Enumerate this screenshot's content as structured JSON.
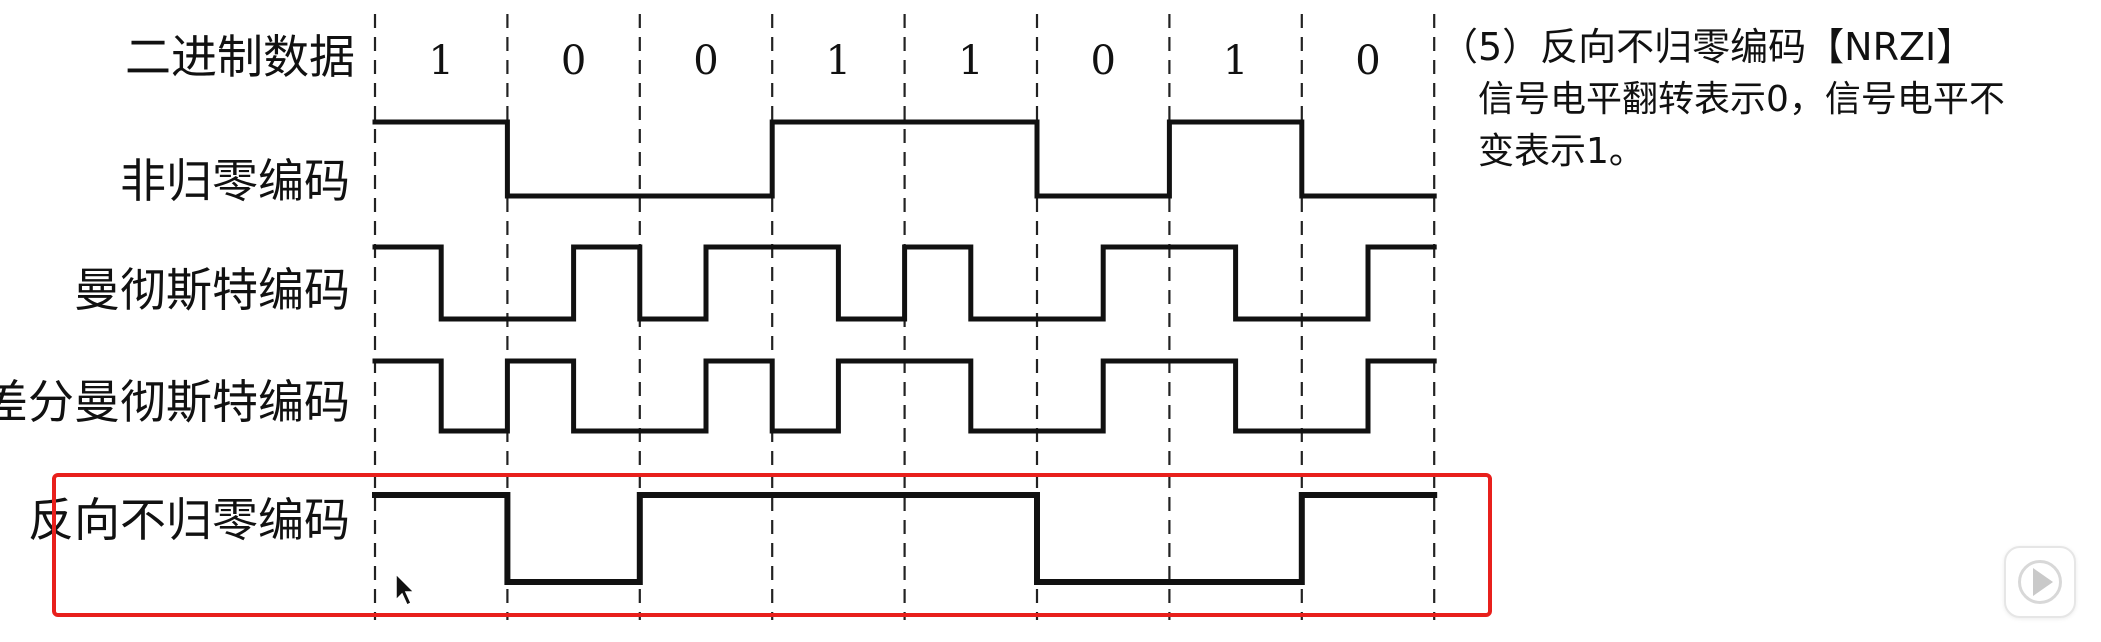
{
  "rows": [
    {
      "id": "binary",
      "label": "二进制数据"
    },
    {
      "id": "nrz",
      "label": "非归零编码"
    },
    {
      "id": "manchester",
      "label": "曼彻斯特编码"
    },
    {
      "id": "diff_manchester",
      "label": "差分曼彻斯特编码"
    },
    {
      "id": "nrzi",
      "label": "反向不归零编码"
    }
  ],
  "bits": [
    "1",
    "0",
    "0",
    "1",
    "1",
    "0",
    "1",
    "0"
  ],
  "waveforms": {
    "nrz": [
      1,
      0,
      0,
      1,
      1,
      0,
      1,
      0
    ],
    "manchester": [
      [
        1,
        0
      ],
      [
        0,
        1
      ],
      [
        0,
        1
      ],
      [
        1,
        0
      ],
      [
        1,
        0
      ],
      [
        0,
        1
      ],
      [
        1,
        0
      ],
      [
        0,
        1
      ]
    ],
    "diff_manchester": [
      [
        1,
        0
      ],
      [
        1,
        0
      ],
      [
        0,
        1
      ],
      [
        0,
        1
      ],
      [
        1,
        0
      ],
      [
        0,
        1
      ],
      [
        1,
        0
      ],
      [
        0,
        1
      ]
    ],
    "nrzi": [
      1,
      0,
      1,
      1,
      1,
      0,
      0,
      1
    ]
  },
  "explanation": {
    "title": "（5）反向不归零编码【NRZI】",
    "lines": [
      "信号电平翻转表示0，信号电平不",
      "变表示1。"
    ]
  },
  "colors": {
    "highlight": "#e8201c",
    "line": "#111111"
  },
  "icons": {
    "cursor": "mouse-pointer-icon",
    "play": "play-icon"
  }
}
